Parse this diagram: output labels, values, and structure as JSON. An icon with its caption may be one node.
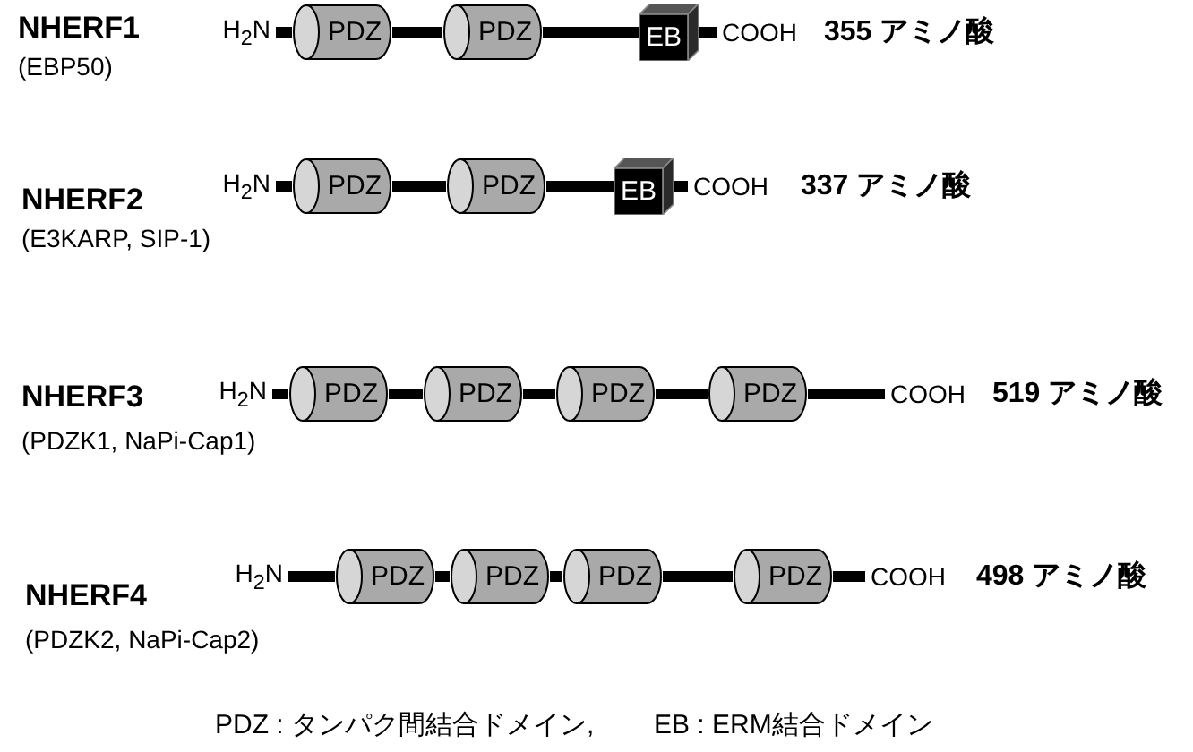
{
  "diagram": {
    "nodes": [
      {
        "text": [
          "H$_{2}$N"
        ]
      },
      {
        "text": [
          "PDZ"
        ]
      },
      {
        "text": [
          "PDZ"
        ]
      },
      {
        "text": [
          "EB"
        ]
      },
      {
        "text": [
          "COOH"
        ]
      },
      {
        "text": [
          "H$_{2}$N"
        ]
      },
      {
        "text": [
          "PDZ"
        ]
      },
      {
        "text": [
          "PDZ"
        ]
      },
      {
        "text": [
          "EB"
        ]
      },
      {
        "text": [
          "COOH"
        ]
      },
      {
        "text": [
          "H$_{2}$N"
        ]
      },
      {
        "text": [
          "PDZ"
        ]
      },
      {
        "text": [
          "PDZ"
        ]
      },
      {
        "text": [
          "PDZ"
        ]
      },
      {
        "text": [
          "PDZ"
        ]
      },
      {
        "text": [
          "COOH"
        ]
      },
      {
        "text": [
          "H$_{2}$N"
        ]
      },
      {
        "text": [
          "PDZ"
        ]
      },
      {
        "text": [
          "PDZ"
        ]
      },
      {
        "text": [
          "PDZ"
        ]
      },
      {
        "text": [
          "PDZ"
        ]
      },
      {
        "text": [
          "COOH"
        ]
      }
    ],
    "edges": [
      {
        "from": 0,
        "to": 1,
        "arrow": "none"
      },
      {
        "from": 1,
        "to": 2,
        "arrow": "none"
      },
      {
        "from": 2,
        "to": 3,
        "arrow": "none"
      },
      {
        "from": 3,
        "to": 4,
        "arrow": "none"
      },
      {
        "from": 5,
        "to": 6,
        "arrow": "none"
      },
      {
        "from": 6,
        "to": 7,
        "arrow": "none"
      },
      {
        "from": 7,
        "to": 8,
        "arrow": "none"
      },
      {
        "from": 8,
        "to": 9,
        "arrow": "none"
      },
      {
        "from": 10,
        "to": 11,
        "arrow": "none"
      },
      {
        "from": 11,
        "to": 12,
        "arrow": "none"
      },
      {
        "from": 12,
        "to": 13,
        "arrow": "none"
      },
      {
        "from": 13,
        "to": 14,
        "arrow": "none"
      },
      {
        "from": 14,
        "to": 15,
        "arrow": "none"
      },
      {
        "from": 16,
        "to": 17,
        "arrow": "none"
      },
      {
        "from": 17,
        "to": 18,
        "arrow": "none"
      },
      {
        "from": 18,
        "to": 19,
        "arrow": "none"
      },
      {
        "from": 19,
        "to": 20,
        "arrow": "none"
      },
      {
        "from": 20,
        "to": 21,
        "arrow": "none"
      }
    ],
    "labels": [
      "NHERF1",
      "(EBP50)",
      "355 アミノ酸",
      "NHERF2",
      "(E3KARP, SIP-1)",
      "337 アミノ酸",
      "NHERF3",
      "(PDZK1, NaPi-Cap1)",
      "519 アミノ酸",
      "NHERF4",
      "(PDZK2, NaPi-Cap2)",
      "498 アミノ酸",
      "PDZ : タンパク間結合ドメイン,",
      "EB : ERM結合ドメイン"
    ]
  }
}
